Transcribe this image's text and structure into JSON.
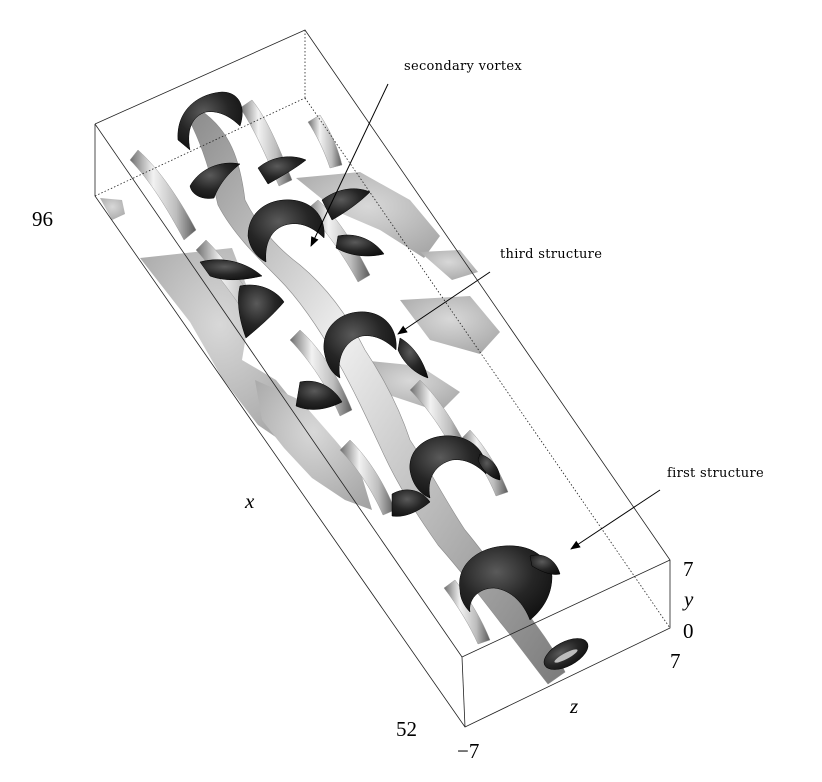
{
  "annotations": {
    "secondary_vortex": "secondary vortex",
    "third_structure": "third structure",
    "first_structure": "first structure"
  },
  "axes": {
    "x_label": "x",
    "y_label": "y",
    "z_label": "z",
    "x_tick_max": "96",
    "x_tick_min": "52",
    "y_tick_max": "7",
    "y_tick_min": "0",
    "z_tick_max": "7",
    "z_tick_min": "−7"
  },
  "colors": {
    "background": "#ffffff",
    "isosurface_light": "#c8c8c8",
    "isosurface_dark": "#1a1a1a",
    "wall_surface": "#bcbcbc",
    "box_edges": "#222222"
  }
}
